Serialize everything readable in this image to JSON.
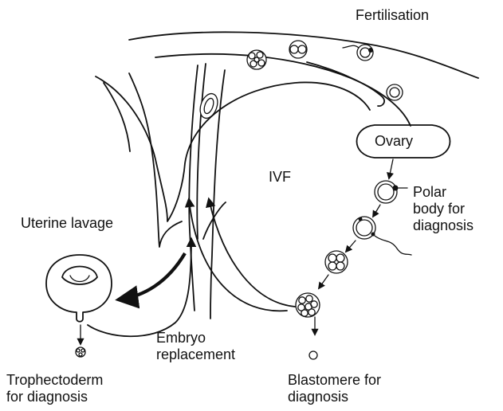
{
  "labels": {
    "fertilisation": "Fertilisation",
    "ovary": "Ovary",
    "ivf": "IVF",
    "polar_body": [
      "Polar",
      "body for",
      "diagnosis"
    ],
    "uterine_lavage": "Uterine lavage",
    "embryo_replacement": [
      "Embryo",
      "replacement"
    ],
    "trophectoderm": [
      "Trophectoderm",
      "for diagnosis"
    ],
    "blastomere": [
      "Blastomere for",
      "diagnosis"
    ]
  }
}
